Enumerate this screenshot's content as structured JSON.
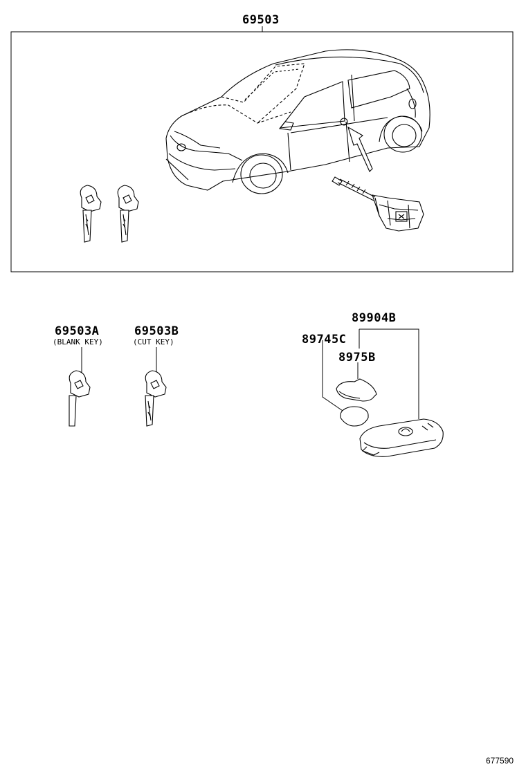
{
  "parts": {
    "kit": {
      "number": "69503"
    },
    "blank_key": {
      "number": "69503A",
      "note": "(BLANK KEY)"
    },
    "cut_key": {
      "number": "69503B",
      "note": "(CUT KEY)"
    },
    "transmitter_assy": {
      "number": "89904B"
    },
    "battery": {
      "number": "89745C"
    },
    "cover": {
      "number": "8975B"
    }
  },
  "diagram_id": "677590",
  "colors": {
    "line": "#000000",
    "background": "#ffffff"
  }
}
